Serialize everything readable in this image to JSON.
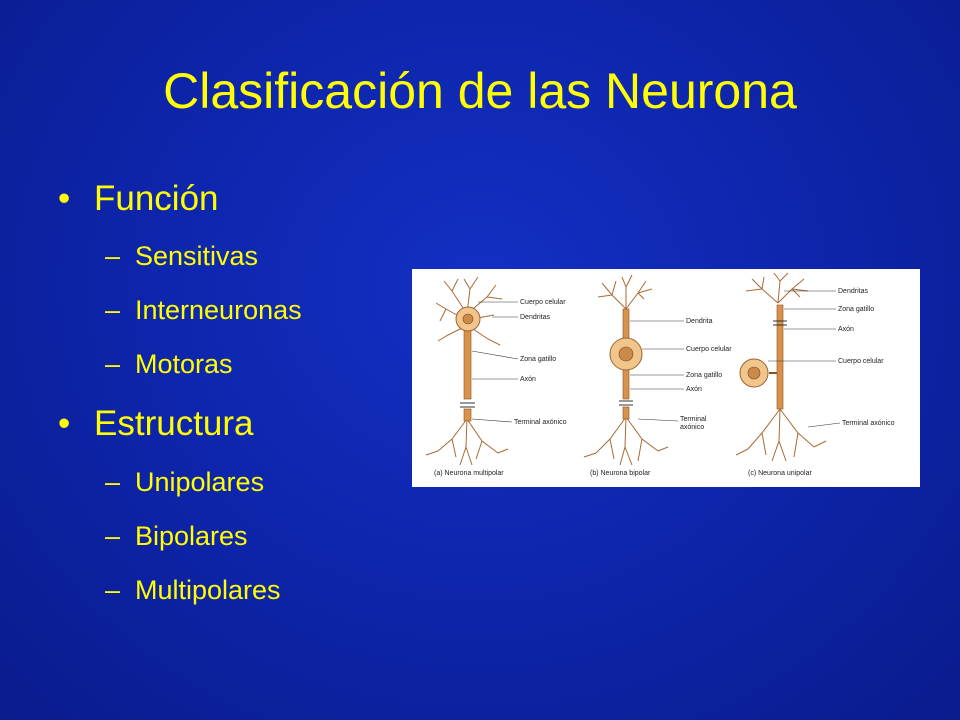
{
  "title": "Clasificación de las Neurona",
  "bullets": {
    "funcion": {
      "label": "Función",
      "items": [
        "Sensitivas",
        "Interneuronas",
        "Motoras"
      ]
    },
    "estructura": {
      "label": "Estructura",
      "items": [
        "Unipolares",
        "Bipolares",
        "Multipolares"
      ]
    }
  },
  "figure": {
    "multipolar": {
      "caption": "(a) Neurona multipolar",
      "labels": [
        "Cuerpo celular",
        "Dendritas",
        "Zona gatillo",
        "Axón",
        "Terminal axónico"
      ]
    },
    "bipolar": {
      "caption": "(b) Neurona bipolar",
      "labels": [
        "Dendrita",
        "Cuerpo celular",
        "Zona gatillo",
        "Axón",
        "Terminal",
        "axónico"
      ]
    },
    "unipolar": {
      "caption": "(c) Neurona unipolar",
      "labels": [
        "Dendritas",
        "Zona gatillo",
        "Axón",
        "Cuerpo celular",
        "Terminal axónico"
      ]
    }
  },
  "colors": {
    "background": "#0d24a8",
    "text": "#ffff00",
    "neuron_body": "#e8b87a",
    "axon": "#d9924a"
  }
}
